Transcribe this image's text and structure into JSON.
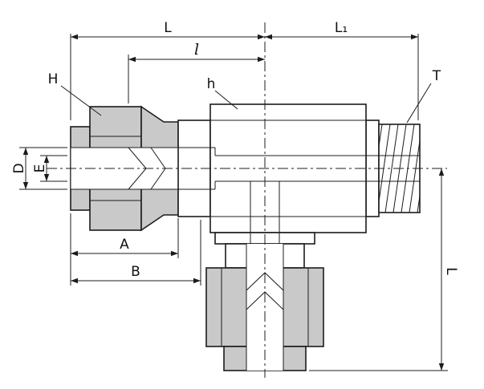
{
  "colors": {
    "line": "#1c1c1c",
    "nut_fill": "#c9c9c9",
    "background": "#ffffff"
  },
  "labels": {
    "overall_length_left": "L",
    "overall_length_right": "L₁",
    "intermediate_length": "l",
    "nut_hex": "H",
    "body_hex": "h",
    "thread": "T",
    "tube_diameter": "D",
    "bore_diameter": "E",
    "nut_length": "A",
    "body_length": "B",
    "branch_length": "L"
  }
}
